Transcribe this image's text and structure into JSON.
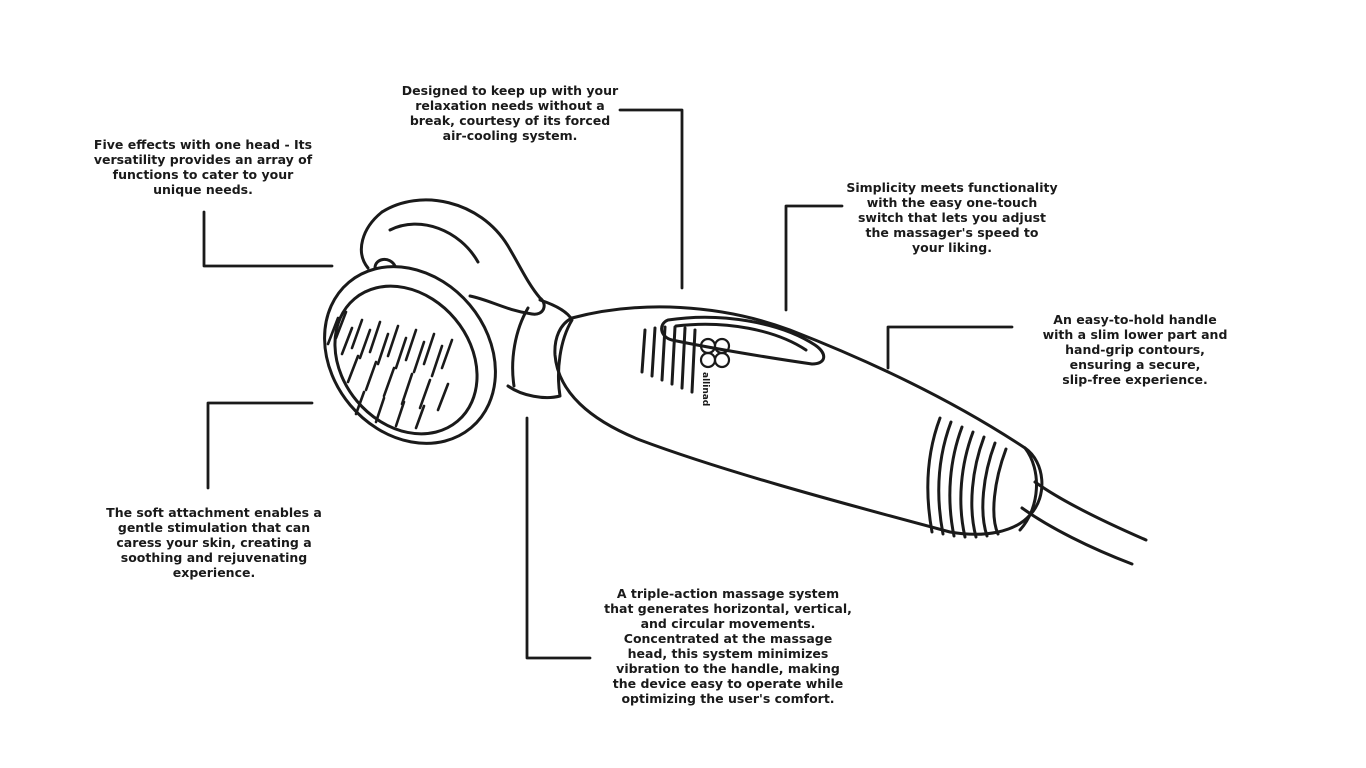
{
  "brand": {
    "logo_text": "allinad"
  },
  "callouts": {
    "head": "Five effects with one head - Its\nversatility provides an array of\nfunctions to cater to your\nunique needs.",
    "cooling": "Designed to keep up with your\nrelaxation needs without a\nbreak, courtesy of its forced\nair-cooling system.",
    "switch": "Simplicity meets functionality\nwith the easy one-touch\nswitch that lets you adjust\nthe massager's speed to\nyour liking.",
    "handle": "An easy-to-hold handle\nwith a slim lower part and\nhand-grip contours,\nensuring a secure,\nslip-free experience.",
    "soft": "The soft attachment enables a\ngentle stimulation that can\ncaress your skin, creating a\nsoothing and rejuvenating\nexperience.",
    "triple": "A triple-action massage system\nthat generates horizontal, vertical,\nand circular movements.\nConcentrated at the massage\nhead, this system minimizes\nvibration to the handle, making\nthe device easy to operate while\noptimizing the user's comfort."
  },
  "colors": {
    "line": "#1a1a1a",
    "background": "#ffffff"
  }
}
